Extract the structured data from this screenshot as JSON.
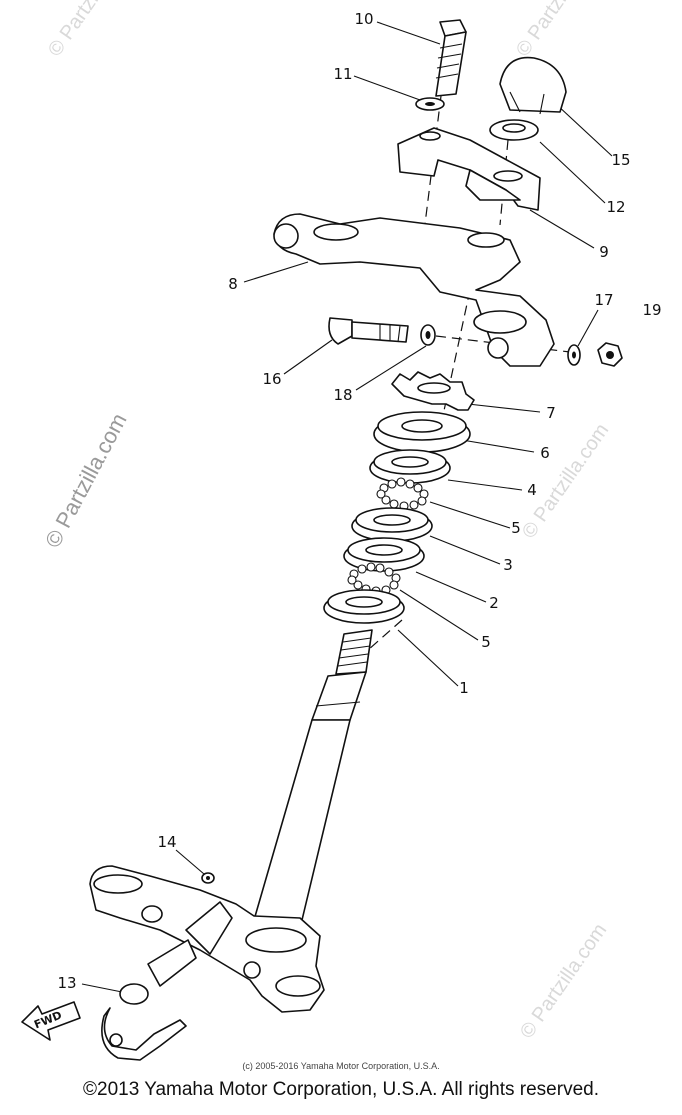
{
  "diagram": {
    "part_labels": [
      "10",
      "11",
      "15",
      "12",
      "9",
      "8",
      "17",
      "19",
      "16",
      "18",
      "7",
      "6",
      "4",
      "5",
      "3",
      "2",
      "5",
      "1",
      "14",
      "13"
    ],
    "arrow_label": "FWD"
  },
  "watermarks": {
    "main": "© Partzilla.com",
    "tile": "© Partzilla.com"
  },
  "footer": {
    "small_copyright": "(c) 2005-2016 Yamaha Motor Corporation, U.S.A.",
    "copyright": "©2013 Yamaha Motor Corporation, U.S.A. All rights reserved."
  }
}
